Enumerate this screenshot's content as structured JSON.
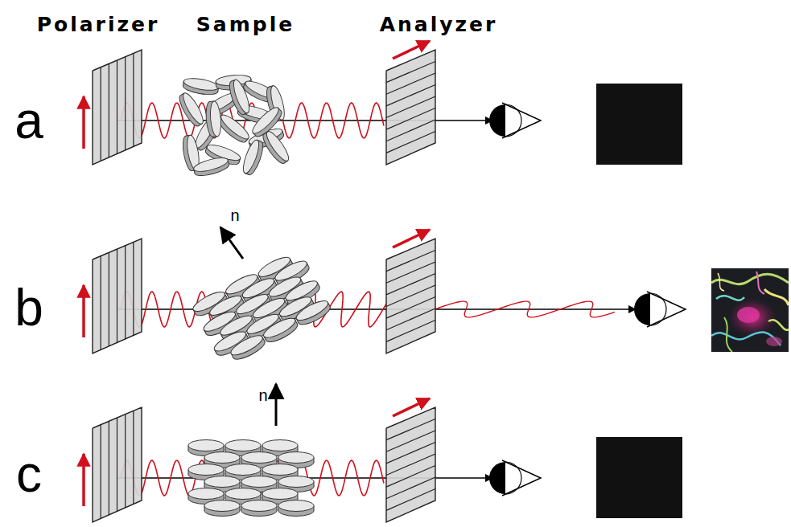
{
  "diagram": {
    "labels": [
      "Polarizer",
      "Sample",
      "Analyzer",
      "a",
      "b",
      "c",
      "n",
      "n"
    ]
  }
}
